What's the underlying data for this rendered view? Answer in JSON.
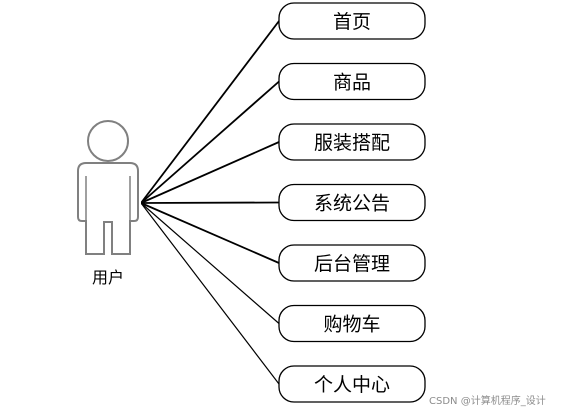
{
  "actor": {
    "label": "用户"
  },
  "use_cases": [
    {
      "label": "首页"
    },
    {
      "label": "商品"
    },
    {
      "label": "服装搭配"
    },
    {
      "label": "系统公告"
    },
    {
      "label": "后台管理"
    },
    {
      "label": "购物车"
    },
    {
      "label": "个人中心"
    }
  ],
  "watermark": "CSDN @计算机程序_设计",
  "colors": {
    "line": "#000000",
    "actor_stroke": "#808080",
    "box_stroke": "#000000",
    "box_fill": "#ffffff"
  }
}
